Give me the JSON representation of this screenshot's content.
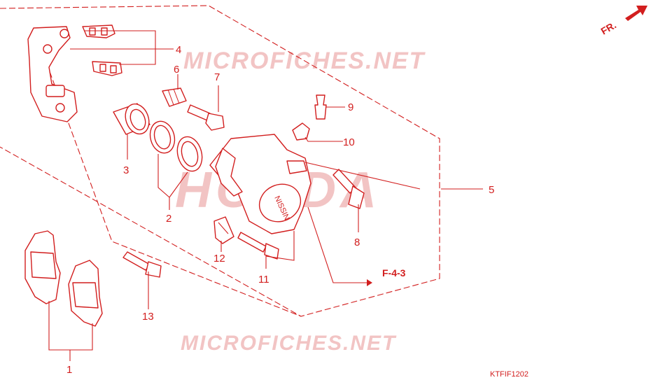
{
  "watermark_top": "MICROFICHES.NET",
  "watermark_bottom": "MICROFICHES.NET",
  "watermark_center": "HONDA",
  "direction_label": "FR.",
  "reference_label": "F-4-3",
  "diagram_code": "KTFIF1202",
  "caliper_brand": "NISSIN",
  "callouts": {
    "c1": "1",
    "c2": "2",
    "c3": "3",
    "c4": "4",
    "c5": "5",
    "c6": "6",
    "c7": "7",
    "c8": "8",
    "c9": "9",
    "c10": "10",
    "c11": "11",
    "c12": "12",
    "c13": "13"
  },
  "colors": {
    "line": "#d21e1e",
    "watermark": "#f2c4c4",
    "background": "#ffffff"
  }
}
